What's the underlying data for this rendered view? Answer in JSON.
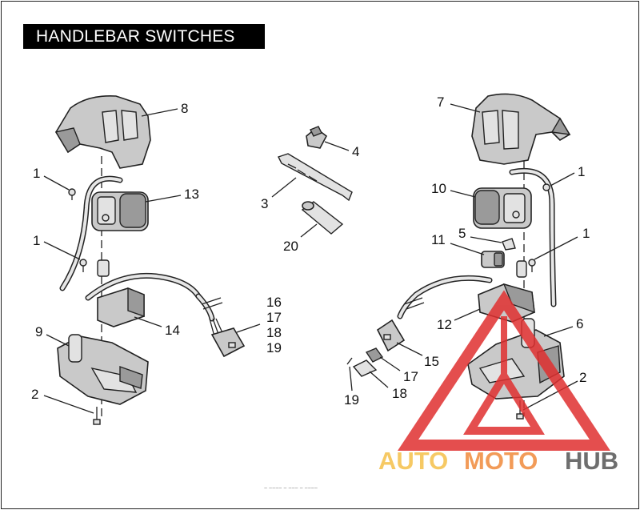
{
  "title": "HANDLEBAR SWITCHES",
  "callouts": {
    "c1a": "1",
    "c1b": "1",
    "c1c": "1",
    "c1d": "1",
    "c2a": "2",
    "c2b": "2",
    "c3": "3",
    "c4": "4",
    "c5": "5",
    "c6": "6",
    "c7": "7",
    "c8": "8",
    "c9": "9",
    "c10": "10",
    "c11": "11",
    "c12": "12",
    "c13": "13",
    "c14": "14",
    "c15": "15",
    "c16": "16",
    "c17a": "17",
    "c18a": "18",
    "c19a": "19",
    "c17b": "17",
    "c18b": "18",
    "c19b": "19",
    "c20": "20"
  },
  "watermark": {
    "auto": "AUTO",
    "moto": "MOTO",
    "hub": "HUB",
    "colors": {
      "auto": "#f5c04a",
      "moto": "#f08a3c",
      "hub": "#555555",
      "triangle": "#e03030"
    }
  },
  "footer_code": "~ ~~~~ ~ ~~~ ~ ~~~~"
}
